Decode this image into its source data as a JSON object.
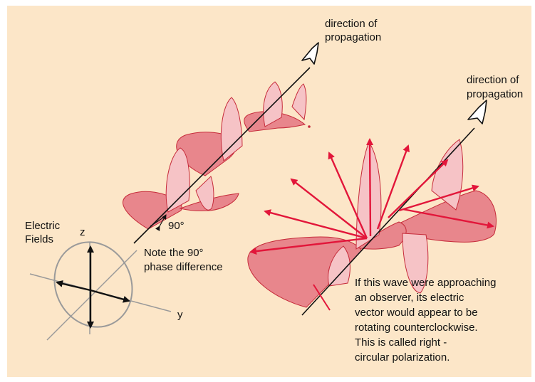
{
  "labels": {
    "direction_left_line1": "direction of",
    "direction_left_line2": "propagation",
    "direction_right_line1": "direction of",
    "direction_right_line2": "propagation",
    "phase_angle": "90°",
    "electric_fields_line1": "Electric",
    "electric_fields_line2": "Fields",
    "axis_z": "z",
    "axis_y": "y",
    "note_line1": "Note the 90°",
    "note_line2": "phase difference",
    "caption_line1": "If this wave were approaching",
    "caption_line2": "an observer, its electric",
    "caption_line3": "vector would appear to be",
    "caption_line4": "rotating counterclockwise.",
    "caption_line5": "This is called right -",
    "caption_line6": "circular polarization."
  },
  "colors": {
    "background": "#fce6c8",
    "wave_dark_fill": "#e8868c",
    "wave_light_fill": "#f6c3c6",
    "wave_stroke": "#c62b3a",
    "vector_red": "#e2163a",
    "axis_black": "#111111",
    "circle_gray": "#9a9a9a"
  }
}
